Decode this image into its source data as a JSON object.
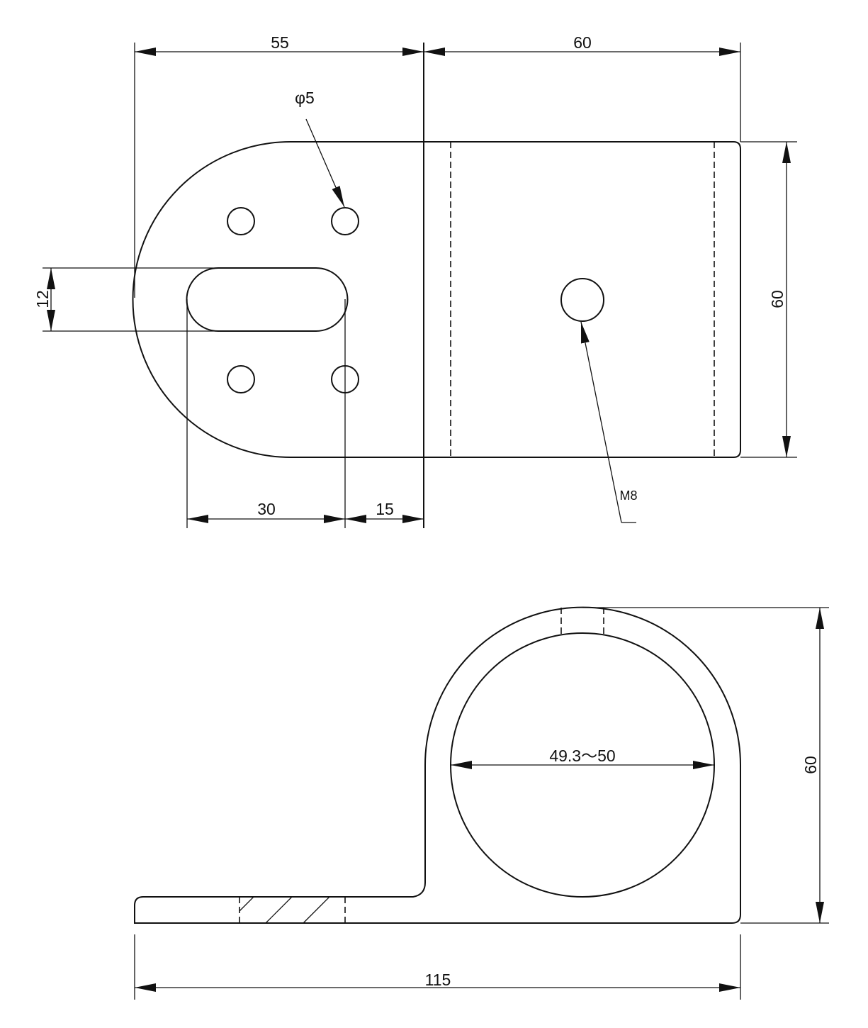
{
  "top_view": {
    "dim_width_left": "55",
    "dim_width_right": "60",
    "dim_hole_label": "φ5",
    "dim_slot_width": "12",
    "dim_slot_length": "30",
    "dim_slot_offset": "15",
    "dim_height": "60",
    "thread_label": "M8"
  },
  "front_view": {
    "dim_inner_diameter": "49.3〜50",
    "dim_height": "60",
    "dim_total_length": "115"
  }
}
